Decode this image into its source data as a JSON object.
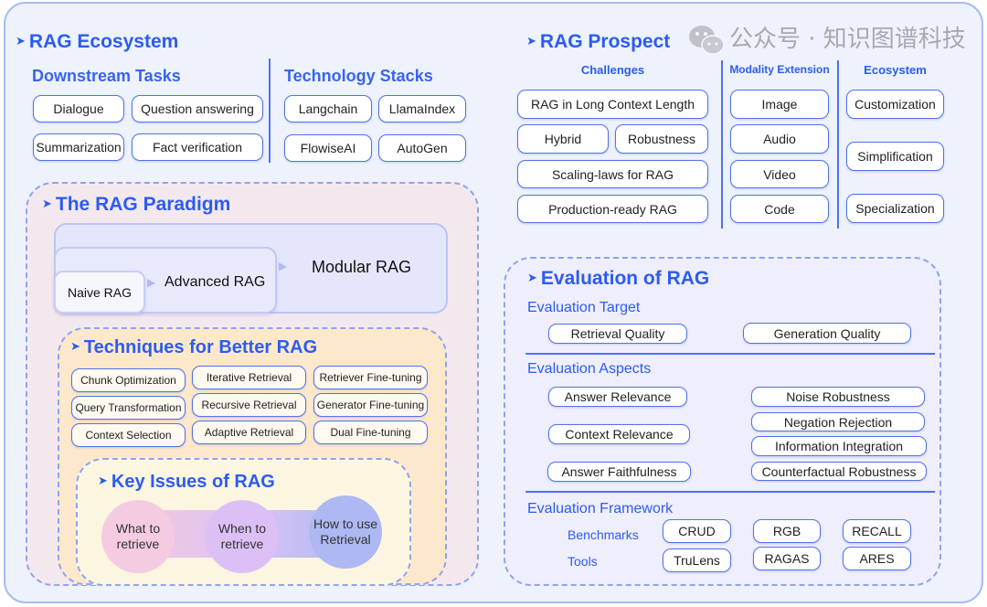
{
  "ecosystem": {
    "title": "RAG Ecosystem",
    "downstream": {
      "title": "Downstream Tasks",
      "items": [
        "Dialogue",
        "Question answering",
        "Summarization",
        "Fact verification"
      ]
    },
    "stacks": {
      "title": "Technology Stacks",
      "items": [
        "Langchain",
        "LlamaIndex",
        "FlowiseAI",
        "AutoGen"
      ]
    }
  },
  "prospect": {
    "title": "RAG Prospect",
    "challenges": {
      "title": "Challenges",
      "items": [
        "RAG in Long Context Length",
        "Hybrid",
        "Robustness",
        "Scaling-laws for RAG",
        "Production-ready RAG"
      ]
    },
    "modality": {
      "title": "Modality Extension",
      "items": [
        "Image",
        "Audio",
        "Video",
        "Code"
      ]
    },
    "ecosystem": {
      "title": "Ecosystem",
      "items": [
        "Customization",
        "Simplification",
        "Specialization"
      ]
    }
  },
  "paradigm": {
    "title": "The RAG Paradigm",
    "modular": "Modular RAG",
    "advanced": "Advanced RAG",
    "naive": "Naive RAG"
  },
  "techniques": {
    "title": "Techniques for Better RAG",
    "items": [
      "Chunk Optimization",
      "Iterative Retrieval",
      "Retriever Fine-tuning",
      "Query Transformation",
      "Recursive Retrieval",
      "Generator Fine-tuning",
      "Context Selection",
      "Adaptive Retrieval",
      "Dual Fine-tuning"
    ]
  },
  "key_issues": {
    "title": "Key Issues of RAG",
    "items": [
      "What to retrieve",
      "When to retrieve",
      "How to use Retrieval"
    ]
  },
  "evaluation": {
    "title": "Evaluation of RAG",
    "target": {
      "title": "Evaluation Target",
      "items": [
        "Retrieval Quality",
        "Generation Quality"
      ]
    },
    "aspects": {
      "title": "Evaluation Aspects",
      "items": [
        "Answer Relevance",
        "Context Relevance",
        "Answer Faithfulness",
        "Noise Robustness",
        "Negation Rejection",
        "Information Integration",
        "Counterfactual Robustness"
      ]
    },
    "framework": {
      "title": "Evaluation Framework",
      "benchmarks_label": "Benchmarks",
      "benchmarks": [
        "CRUD",
        "RGB",
        "RECALL"
      ],
      "tools_label": "Tools",
      "tools": [
        "TruLens",
        "RAGAS",
        "ARES"
      ]
    }
  },
  "watermark": "公众号 · 知识图谱科技",
  "colors": {
    "accent": "#2c5cf0",
    "border": "#4f72ee",
    "background": "#edf2fc"
  }
}
